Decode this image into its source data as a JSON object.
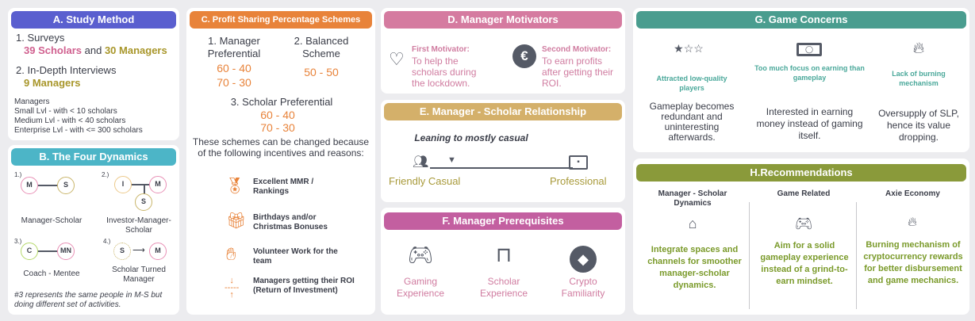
{
  "A": {
    "title": "A. Study Method",
    "item1": "1. Surveys",
    "scholars": "39 Scholars",
    "and": "and",
    "managers": "30 Managers",
    "item2": "2. In-Depth Interviews",
    "interview_managers": "9 Managers",
    "levels": [
      "Managers",
      "Small Lvl - with < 10 scholars",
      "Medium Lvl  - with < 40 scholars",
      "Enterprise Lvl - with <= 300 scholars"
    ]
  },
  "B": {
    "title": "B. The Four Dynamics",
    "d1": {
      "num": "1.)",
      "n1": "M",
      "n2": "S",
      "label": "Manager-Scholar"
    },
    "d2": {
      "num": "2.)",
      "n1": "I",
      "n2": "M",
      "n3": "S",
      "label": "Investor-Manager-Scholar"
    },
    "d3": {
      "num": "3.)",
      "n1": "C",
      "n2": "MN",
      "label": "Coach - Mentee"
    },
    "d4": {
      "num": "4.)",
      "n1": "S",
      "n2": "M",
      "label": "Scholar Turned Manager"
    },
    "note": "#3 represents the same people in M-S but doing different set of activities."
  },
  "C": {
    "title": "C. Profit Sharing Percentage Schemes",
    "s1": {
      "label": "1. Manager Preferential",
      "v1": "60 - 40",
      "v2": "70 - 30"
    },
    "s2": {
      "label": "2. Balanced Scheme",
      "v1": "50 - 50"
    },
    "s3": {
      "label": "3. Scholar Preferential",
      "v1": "60 - 40",
      "v2": "70 - 30"
    },
    "intro": "These schemes can be changed because of the following incentives and reasons:",
    "reasons": [
      "Excellent MMR / Rankings",
      "Birthdays and/or Christmas Bonuses",
      "Volunteer Work for the team",
      "Managers getting their ROI (Return of Investment)"
    ]
  },
  "D": {
    "title": "D. Manager Motivators",
    "m1": {
      "label": "First Motivator:",
      "text": "To help the scholars during the lockdown."
    },
    "m2": {
      "label": "Second Motivator:",
      "text": "To earn profits after getting their ROI."
    }
  },
  "E": {
    "title": "E. Manager - Scholar Relationship",
    "lean": "Leaning to mostly casual",
    "left": "Friendly Casual",
    "right": "Professional",
    "position": 0.15
  },
  "F": {
    "title": "F. Manager Prerequisites",
    "items": [
      "Gaming Experience",
      "Scholar Experience",
      "Crypto Familiarity"
    ]
  },
  "G": {
    "title": "G. Game Concerns",
    "items": [
      {
        "head": "Attracted low-quality players",
        "text": "Gameplay becomes redundant and uninteresting afterwards."
      },
      {
        "head": "Too much focus on earning than gameplay",
        "text": "Interested in earning money instead of gaming itself."
      },
      {
        "head": "Lack of burning mechanism",
        "text": "Oversupply of SLP, hence its value dropping."
      }
    ]
  },
  "H": {
    "title": "H.Recommendations",
    "items": [
      {
        "head": "Manager - Scholar Dynamics",
        "text": "Integrate spaces and channels for smoother manager-scholar dynamics."
      },
      {
        "head": "Game Related",
        "text": "Aim for a solid gameplay experience instead of a grind-to-earn mindset."
      },
      {
        "head": "Axie Economy",
        "text": "Burning mechanism of cryptocurrency rewards for better disbursement and game mechanics."
      }
    ]
  }
}
